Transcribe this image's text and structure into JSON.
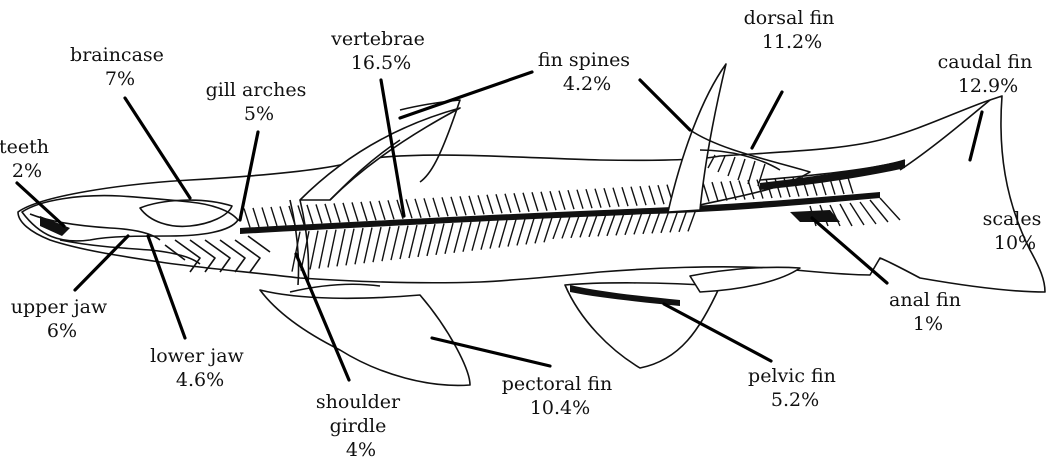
{
  "labels": {
    "teeth": {
      "name": "teeth",
      "value": "2%"
    },
    "braincase": {
      "name": "braincase",
      "value": "7%"
    },
    "gill_arches": {
      "name": "gill arches",
      "value": "5%"
    },
    "vertebrae": {
      "name": "vertebrae",
      "value": "16.5%"
    },
    "fin_spines": {
      "name": "fin spines",
      "value": "4.2%"
    },
    "dorsal_fin": {
      "name": "dorsal fin",
      "value": "11.2%"
    },
    "caudal_fin": {
      "name": "caudal fin",
      "value": "12.9%"
    },
    "scales": {
      "name": "scales",
      "value": "10%"
    },
    "anal_fin": {
      "name": "anal fin",
      "value": "1%"
    },
    "pelvic_fin": {
      "name": "pelvic fin",
      "value": "5.2%"
    },
    "pectoral_fin": {
      "name": "pectoral fin",
      "value": "10.4%"
    },
    "shoulder_girdle": {
      "line1": "shoulder",
      "line2": "girdle",
      "value": "4%"
    },
    "lower_jaw": {
      "name": "lower jaw",
      "value": "4.6%"
    },
    "upper_jaw": {
      "name": "upper jaw",
      "value": "6%"
    }
  }
}
